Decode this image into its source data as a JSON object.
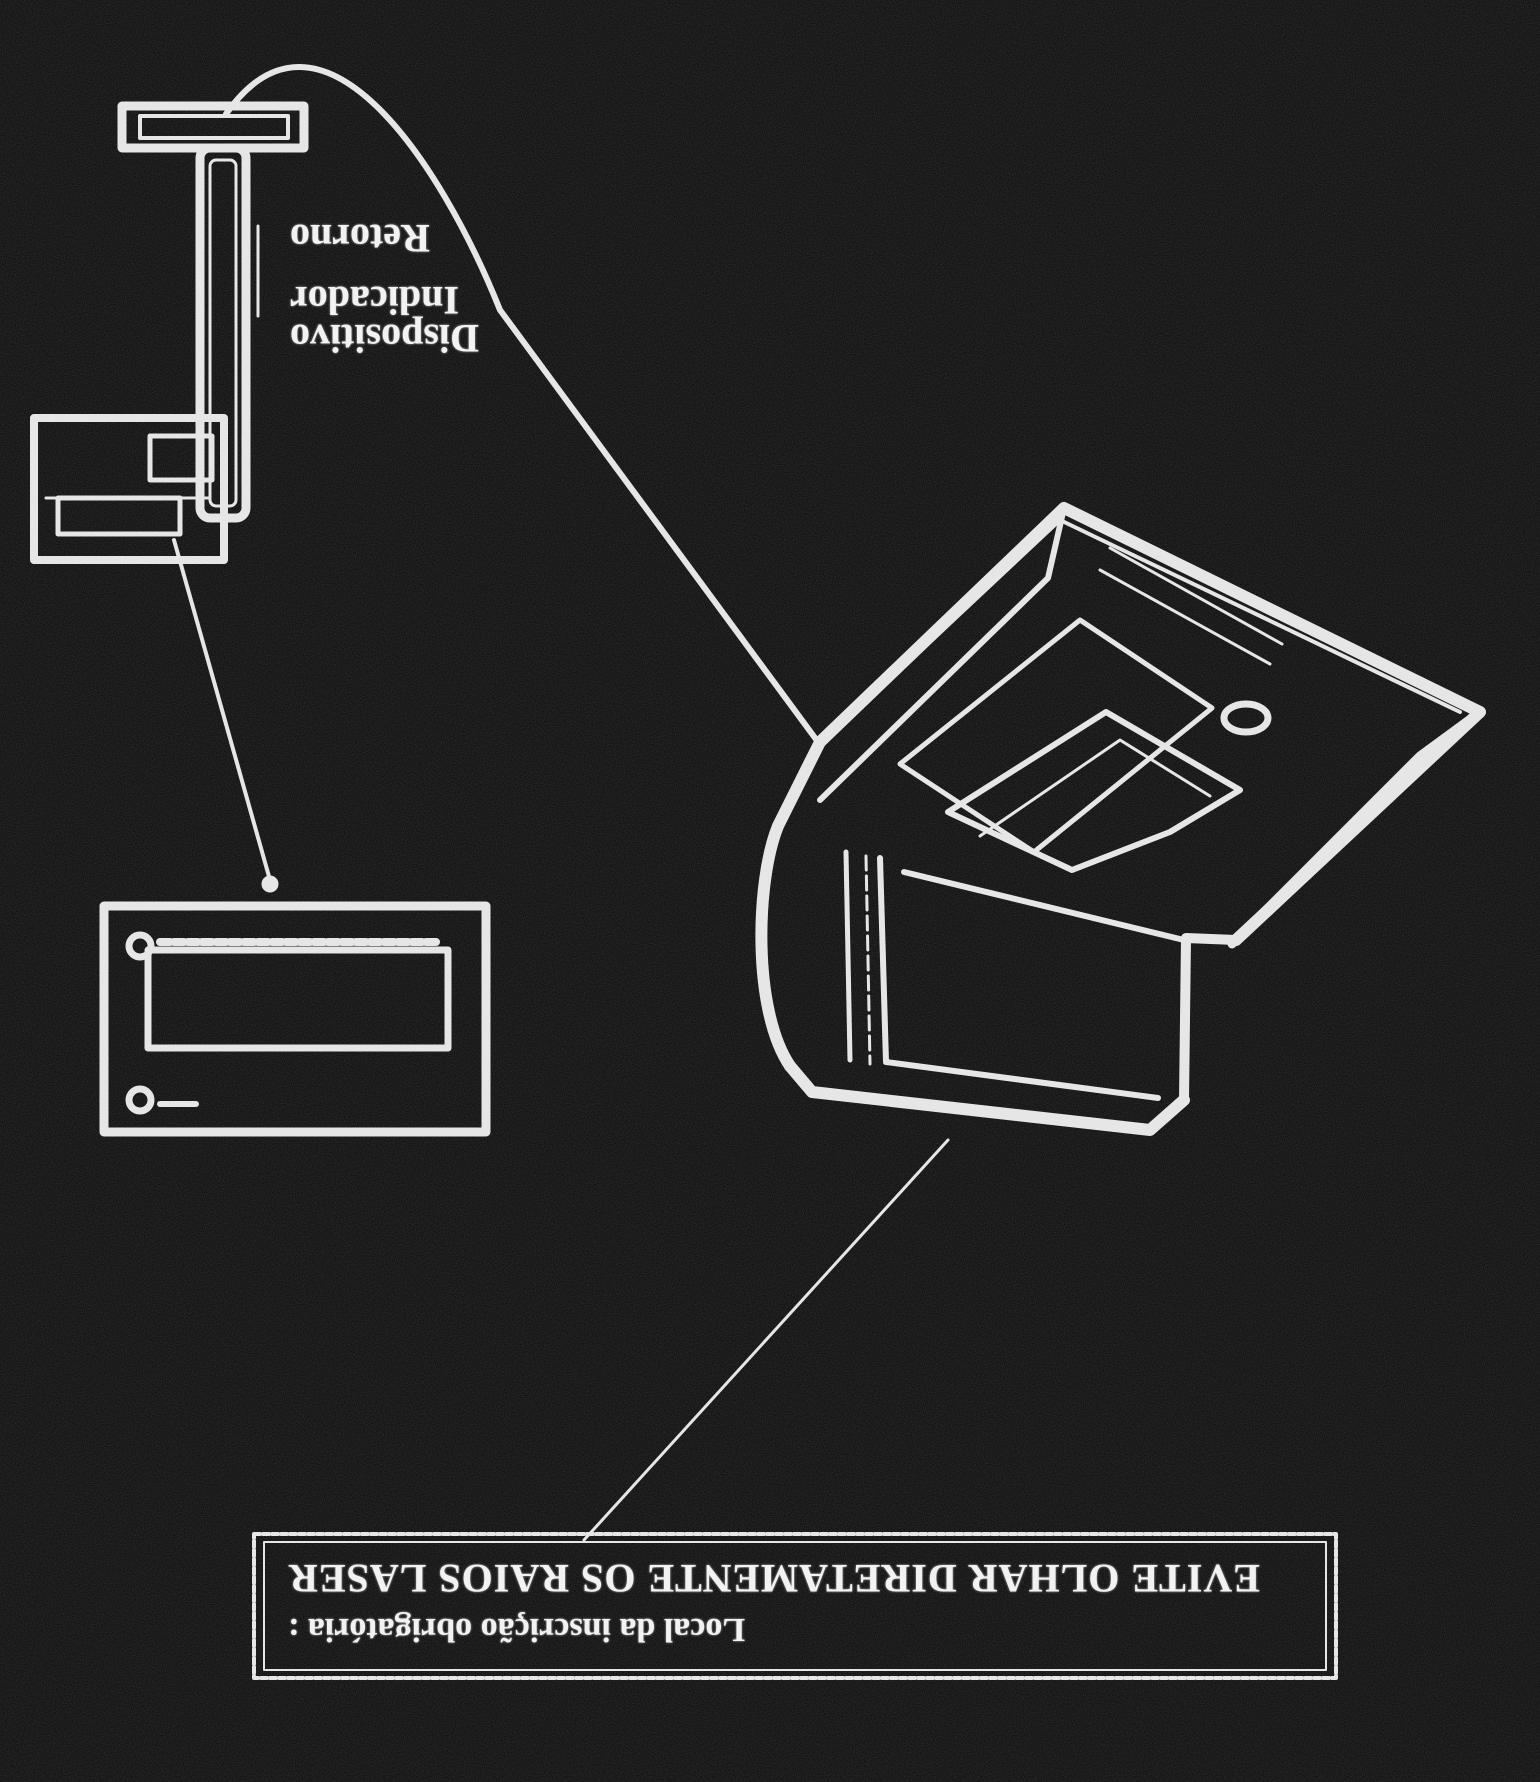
{
  "callout": {
    "label_lines": [
      "Dispositivo",
      "Indicador",
      "Retorno"
    ]
  },
  "warning_box": {
    "title": "EVITE OLHAR DIRETAMENTE OS RAIOS LASER",
    "subtitle": "Local da inscrição obrigatória :"
  },
  "colors": {
    "background": "#060606",
    "line_art": "#e6e6e6",
    "text": "#f2f2f2"
  }
}
